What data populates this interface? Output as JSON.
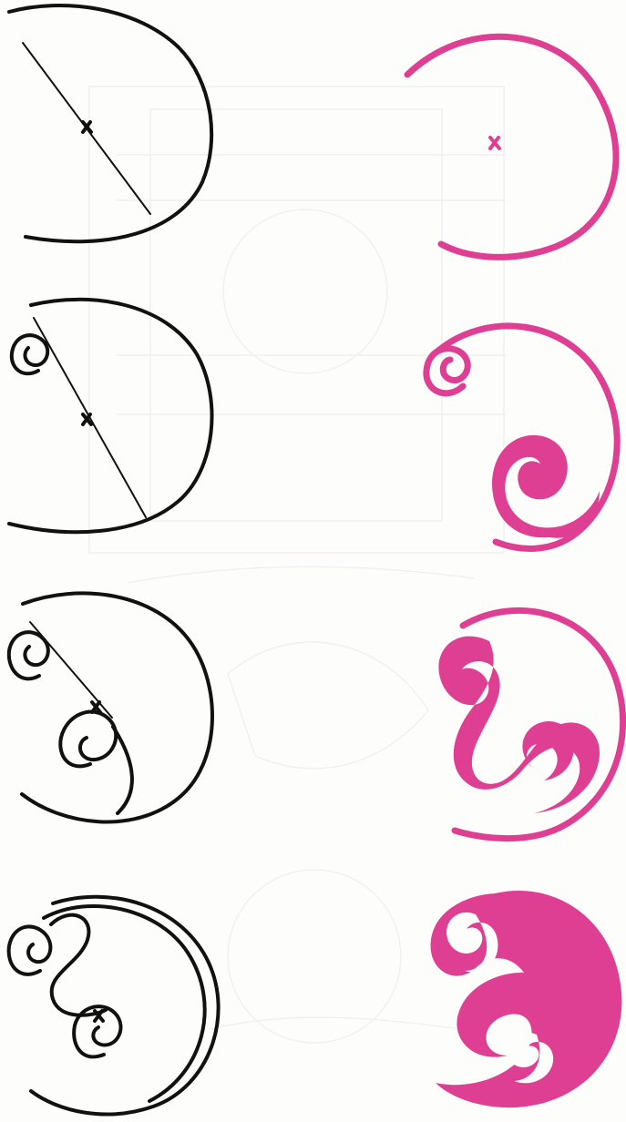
{
  "colors": {
    "ink": "#111111",
    "magenta": "#de3f93",
    "paper": "#fdfdfb",
    "ghost_show_through": "#7d9bb1"
  },
  "layout_description": {
    "columns": [
      "outline-construction",
      "magenta-ornament"
    ],
    "rows": 4,
    "center_marker": "cross"
  }
}
